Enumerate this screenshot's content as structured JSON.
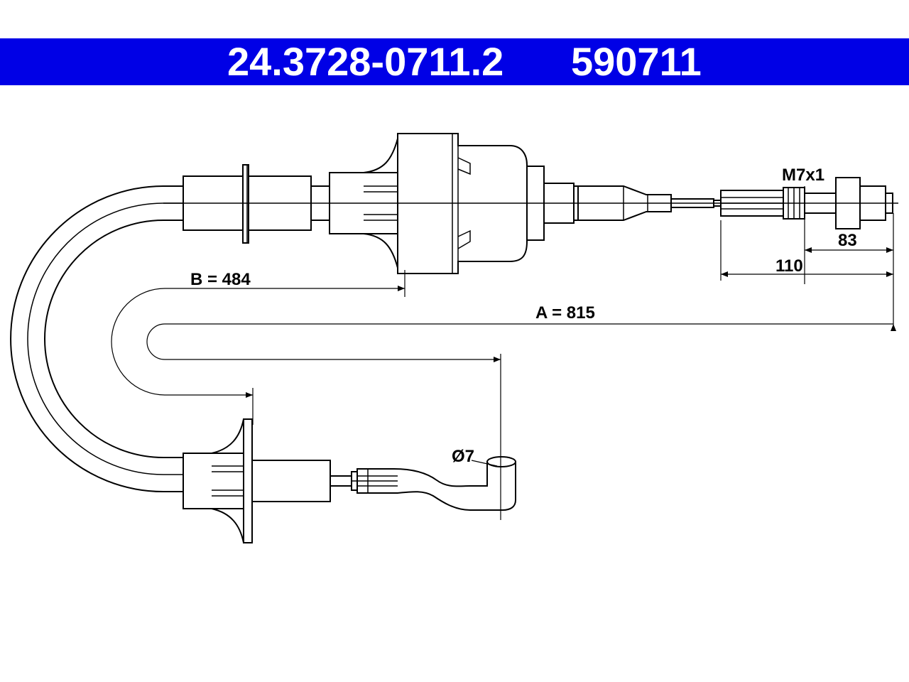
{
  "header": {
    "part_number": "24.3728-0711.2",
    "ref_number": "590711",
    "background_color": "#0000e6",
    "text_color": "#ffffff"
  },
  "dimensions": {
    "thread": "M7x1",
    "end_length_83": "83",
    "end_length_110": "110",
    "b_length": "B = 484",
    "a_length": "A = 815",
    "eye_diameter": "Ø7"
  }
}
